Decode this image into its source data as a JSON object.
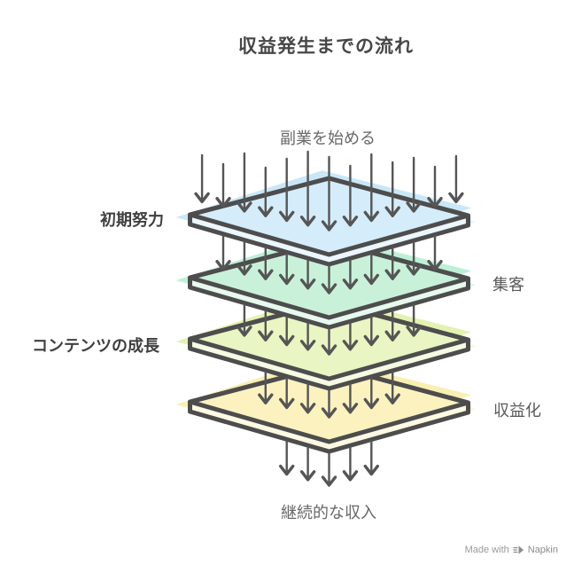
{
  "title": "収益発生までの流れ",
  "flow": {
    "start_label": "副業を始める",
    "end_label": "継続的な収入"
  },
  "layers": [
    {
      "label": "初期努力",
      "side": "left",
      "fill": "#d5ecfa",
      "wash": "#c1e3f7"
    },
    {
      "label": "集客",
      "side": "right",
      "fill": "#c9f1da",
      "wash": "#b2edd0"
    },
    {
      "label": "コンテンツの成長",
      "side": "left",
      "fill": "#e9f5c2",
      "wash": "#def0a5"
    },
    {
      "label": "収益化",
      "side": "right",
      "fill": "#fbf2c0",
      "wash": "#f8eca5"
    }
  ],
  "arrow_counts": [
    13,
    11,
    9,
    7,
    5
  ],
  "watermark": {
    "prefix": "Made with",
    "brand": "Napkin"
  },
  "colors": {
    "stroke": "#4d4d4d",
    "arrow": "#555555",
    "title": "#474747",
    "label_dark": "#3f3f3f",
    "label_gray": "#5a5a5a",
    "flow_label": "#686868",
    "watermark": "#999999"
  }
}
